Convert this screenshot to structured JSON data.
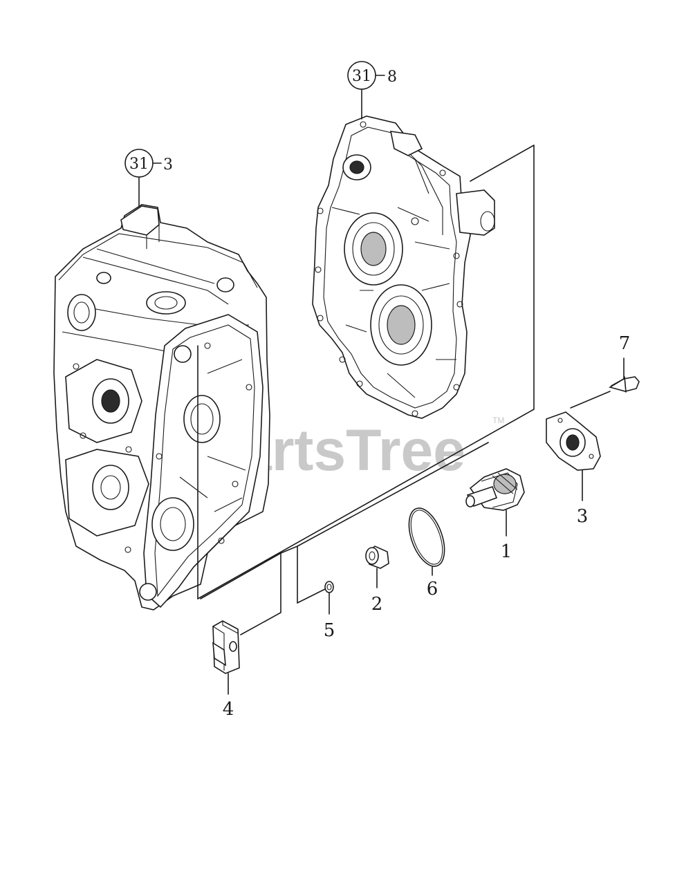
{
  "watermark": {
    "text": "PartsTree",
    "trademark": "TM"
  },
  "callouts": {
    "front_cover": {
      "page": "31",
      "item": "8"
    },
    "crankcase": {
      "page": "31",
      "item": "3"
    }
  },
  "parts": [
    {
      "number": "1"
    },
    {
      "number": "2"
    },
    {
      "number": "3"
    },
    {
      "number": "4"
    },
    {
      "number": "5"
    },
    {
      "number": "6"
    },
    {
      "number": "7"
    }
  ]
}
